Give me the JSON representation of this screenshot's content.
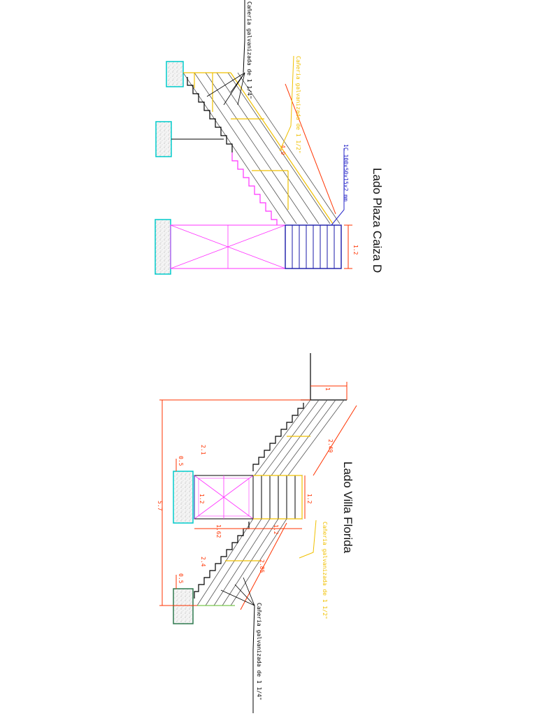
{
  "plaza": {
    "title": "Lado Plaza Caiza D",
    "pipe_14": "Cañeria galvanizada de 1 1/4\"",
    "pipe_12": "Cañeria galvanizada de 1 1/2\"",
    "profile": "1C 100x50x15x2 mm",
    "dim_run": "4.9",
    "dim_width": "1.2"
  },
  "villa": {
    "title": "Lado Villa Florida",
    "pipe_14": "Cañeria galvanizada de 1 1/4\"",
    "pipe_12": "Cañeria galvanizada de 1 1/2\"",
    "dim_top": "1",
    "dim_upper_run": "2.49",
    "dim_lower_run": "2.85",
    "dim_landing": "1.2",
    "dim_landing_left": "1.2",
    "dim_landing_len": "1.62",
    "dim_landing_len2": "1.2",
    "dim_total": "5.7",
    "dim_upper": "2.1",
    "dim_lower": "2.4",
    "dim_footing_top": "0.5",
    "dim_footing_bottom": "0.5"
  },
  "colors": {
    "steps": "#000000",
    "stringers": "#555555",
    "railing": "#f0c000",
    "dimension": "#ff3300",
    "footing_border": "#00cccc",
    "footing_fill": "#f4f4f4",
    "landing_beams": "#1a1aa8",
    "landing_cross": "#ff33ff",
    "profile_label": "#2323c8"
  }
}
